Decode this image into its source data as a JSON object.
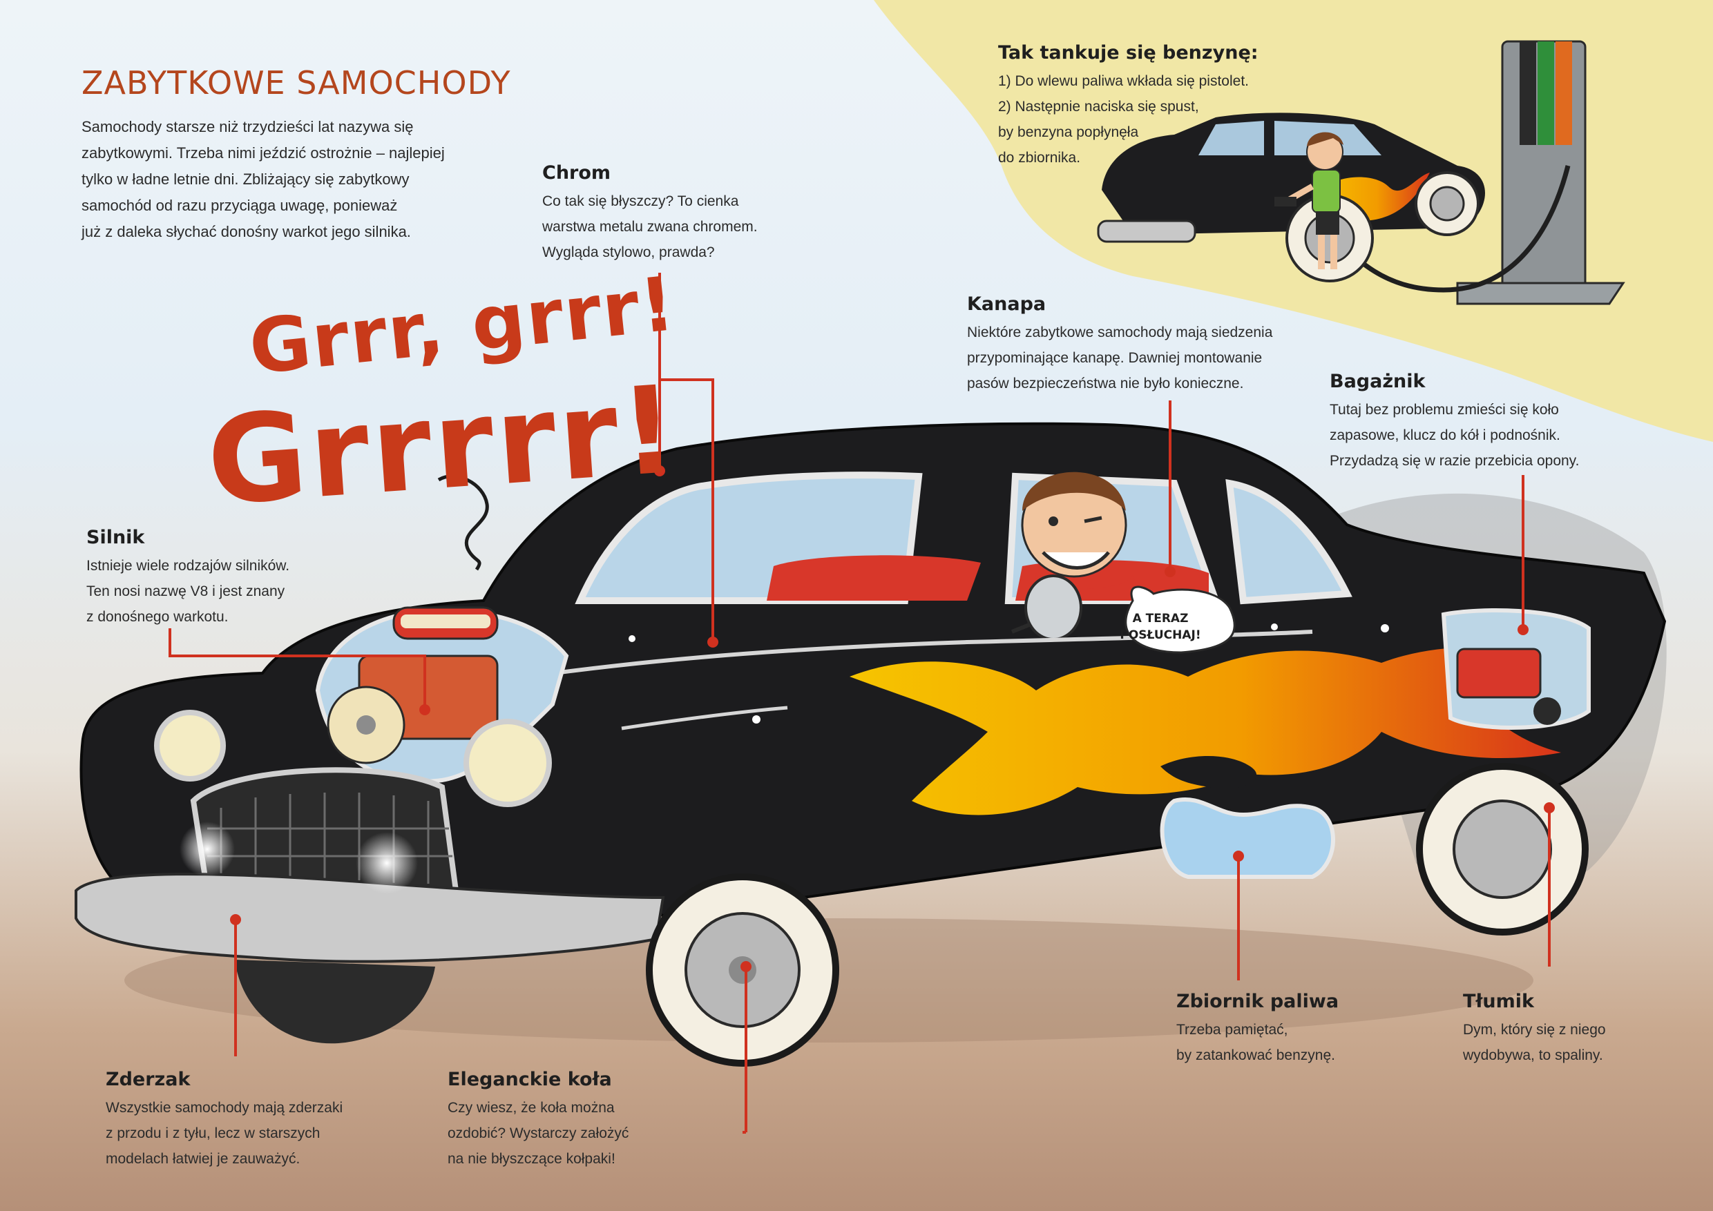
{
  "title": "ZABYTKOWE SAMOCHODY",
  "intro": [
    "Samochody starsze niż trzydzieści lat nazywa się",
    "zabytkowymi. Trzeba nimi jeździć ostrożnie – najlepiej",
    "tylko w ładne letnie dni. Zbliżający się zabytkowy",
    "samochód od razu przyciąga uwagę, ponieważ",
    "już z daleka słychać donośny warkot jego silnika."
  ],
  "sound": {
    "line1": "Grrr, grrr!",
    "line2": "Grrrrr!"
  },
  "bubble": {
    "line1": "A TERAZ",
    "line2": "POSŁUCHAJ!"
  },
  "annotations": {
    "fuel_howto": {
      "title": "Tak tankuje się benzynę:",
      "lines": [
        "1) Do wlewu paliwa wkłada się pistolet.",
        "2) Następnie naciska się spust,",
        "by benzyna popłynęła",
        "do zbiornika."
      ]
    },
    "chrome": {
      "title": "Chrom",
      "lines": [
        "Co tak się błyszczy? To cienka",
        "warstwa metalu zwana chromem.",
        "Wygląda stylowo, prawda?"
      ]
    },
    "sofa": {
      "title": "Kanapa",
      "lines": [
        "Niektóre zabytkowe samochody mają siedzenia",
        "przypominające kanapę. Dawniej montowanie",
        "pasów bezpieczeństwa nie było konieczne."
      ]
    },
    "trunk": {
      "title": "Bagażnik",
      "lines": [
        "Tutaj bez problemu zmieści się koło",
        "zapasowe, klucz do kół i podnośnik.",
        "Przydadzą się w razie przebicia opony."
      ]
    },
    "engine": {
      "title": "Silnik",
      "lines": [
        "Istnieje wiele rodzajów silników.",
        "Ten nosi nazwę V8 i jest znany",
        "z donośnego warkotu."
      ]
    },
    "bumper": {
      "title": "Zderzak",
      "lines": [
        "Wszystkie samochody mają zderzaki",
        "z przodu i z tyłu, lecz w starszych",
        "modelach łatwiej je zauważyć."
      ]
    },
    "wheels": {
      "title": "Eleganckie koła",
      "lines": [
        "Czy wiesz, że koła można",
        "ozdobić? Wystarczy założyć",
        "na nie błyszczące kołpaki!"
      ]
    },
    "fuel_tank": {
      "title": "Zbiornik paliwa",
      "lines": [
        "Trzeba pamiętać,",
        "by zatankować benzynę."
      ]
    },
    "muffler": {
      "title": "Tłumik",
      "lines": [
        "Dym, który się z niego",
        "wydobywa, to spaliny."
      ]
    }
  },
  "colors": {
    "accent": "#b4461d",
    "line": "#d0311f",
    "car": "#1c1c1e",
    "flame": "#f5b400",
    "yellow_bg": "#f1e7a6"
  }
}
